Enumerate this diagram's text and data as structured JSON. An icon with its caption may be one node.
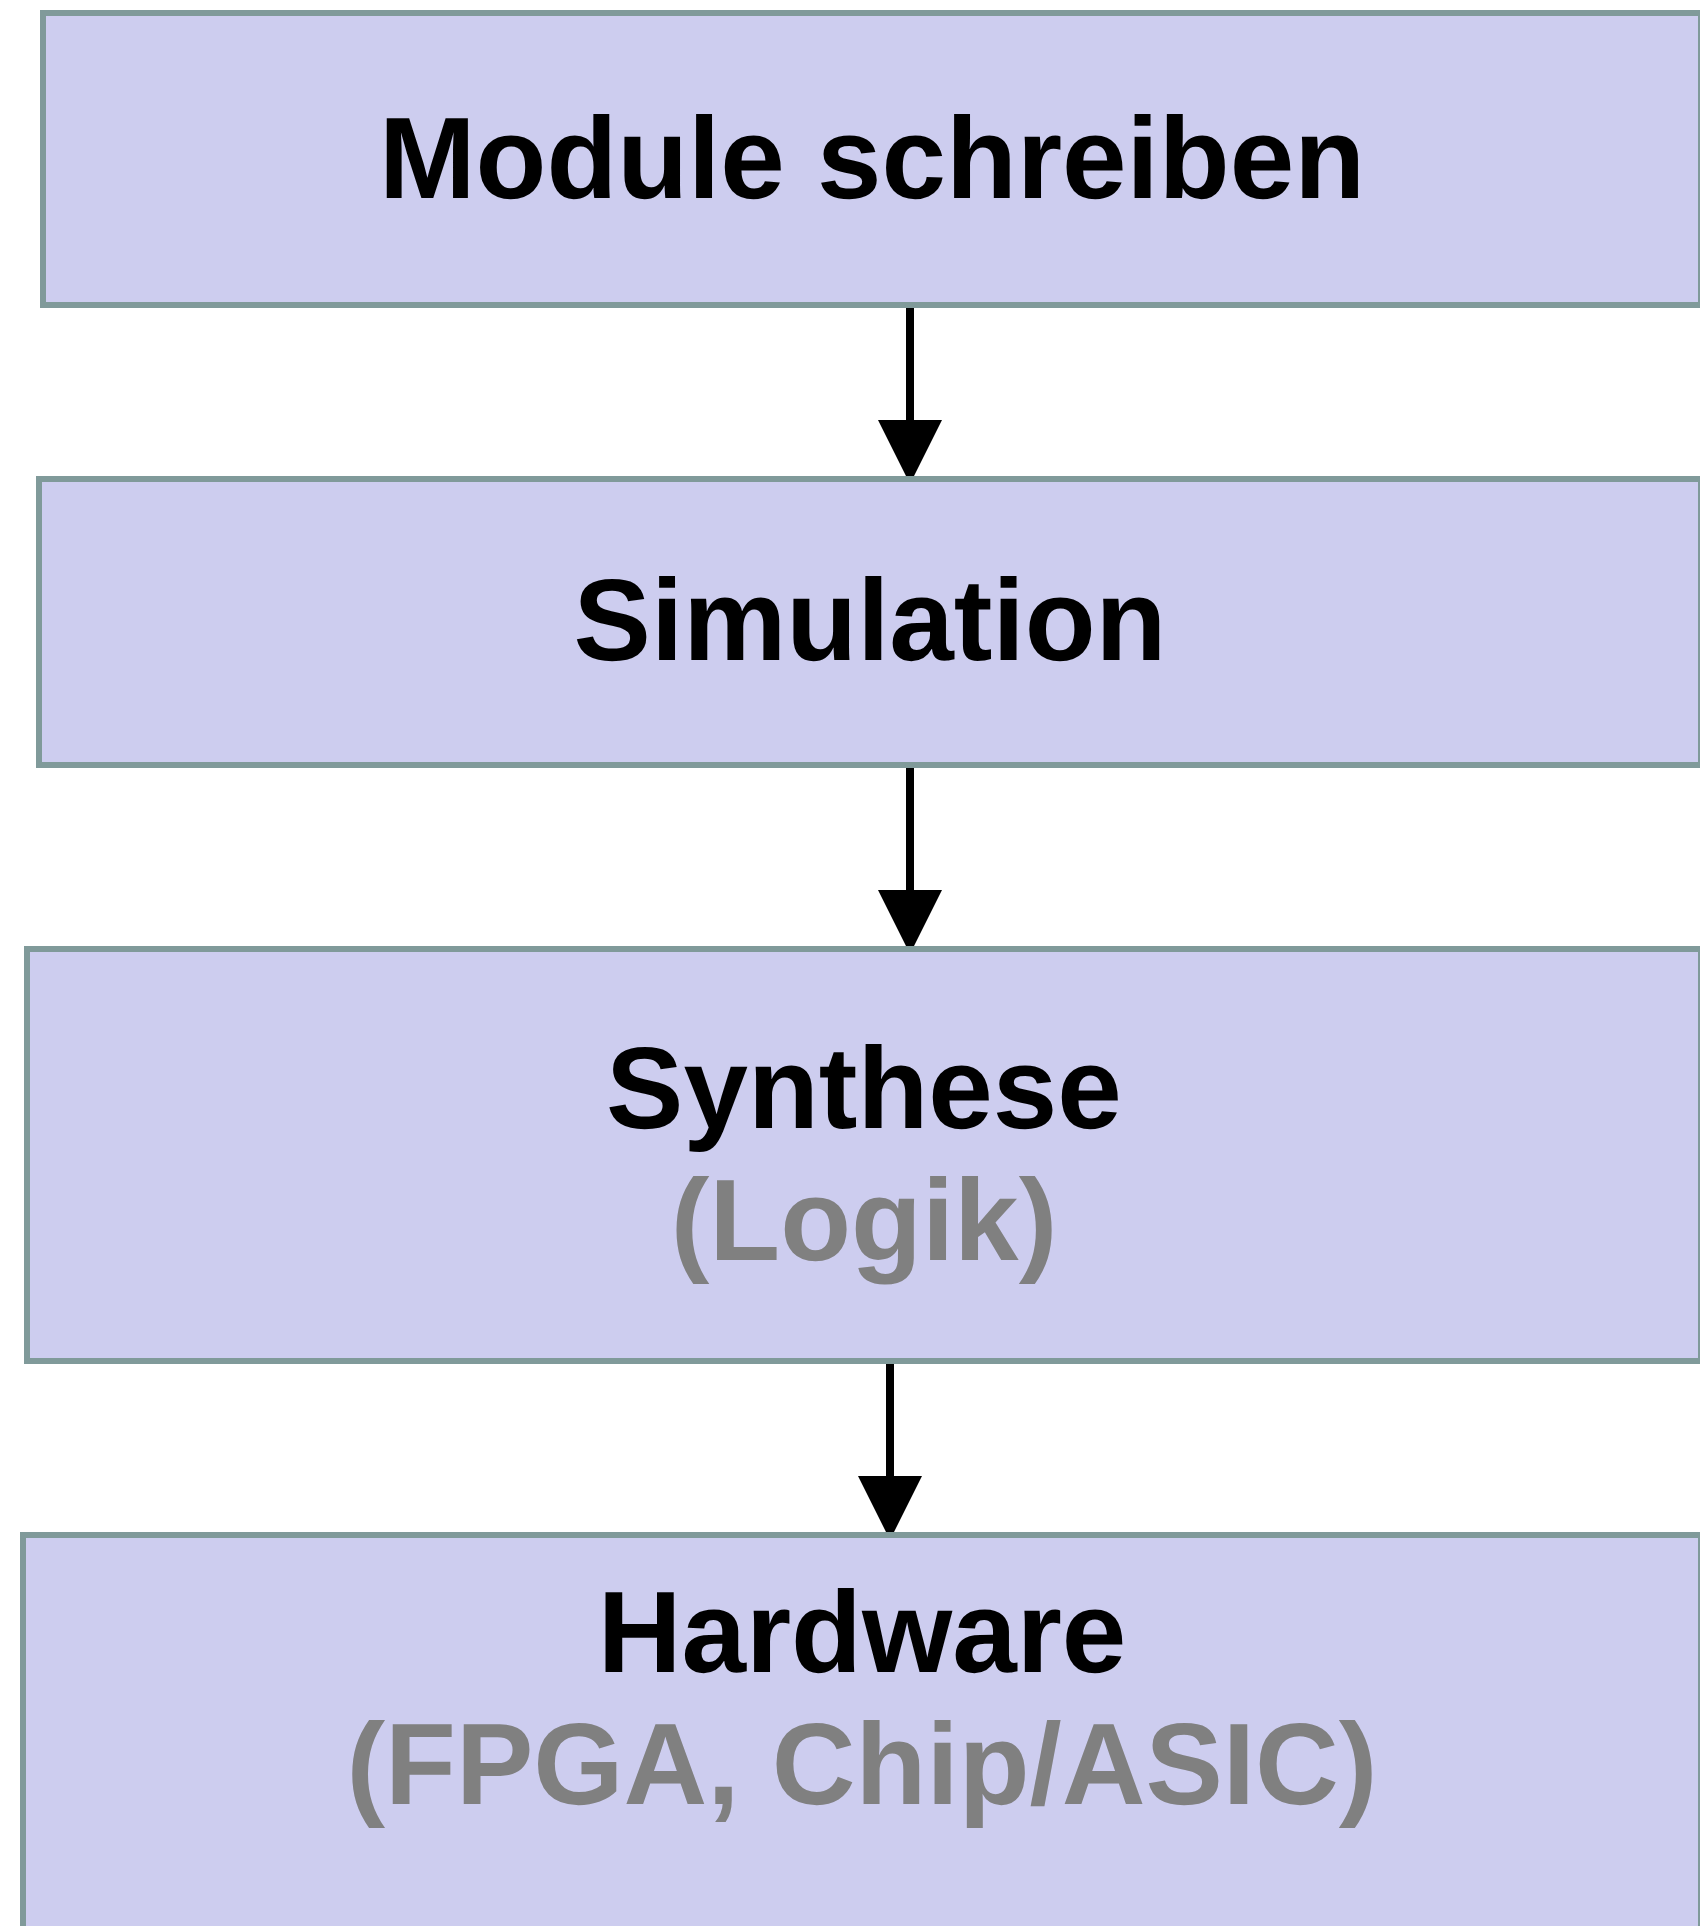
{
  "diagram": {
    "nodes": [
      {
        "text": [
          "Module schreiben"
        ]
      },
      {
        "text": [
          "Simulation"
        ]
      },
      {
        "text": [
          "Synthese",
          "(Logik)"
        ]
      },
      {
        "text": [
          "Hardware",
          "(FPGA, Chip/ASIC)"
        ]
      }
    ],
    "edges": [
      {
        "from": 0,
        "to": 1,
        "arrow": "to"
      },
      {
        "from": 1,
        "to": 2,
        "arrow": "to"
      },
      {
        "from": 2,
        "to": 3,
        "arrow": "to"
      }
    ]
  }
}
